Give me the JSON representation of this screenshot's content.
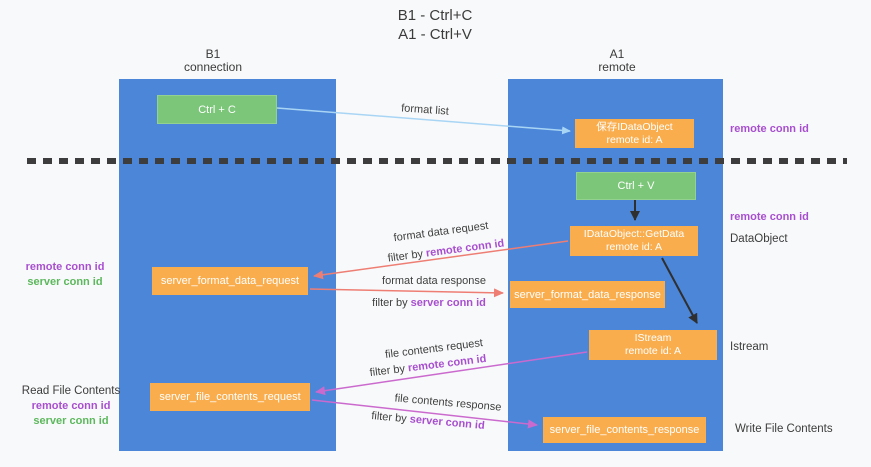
{
  "title": {
    "line1": "B1 - Ctrl+C",
    "line2": "A1 - Ctrl+V"
  },
  "columns": {
    "left": {
      "name": "B1",
      "role": "connection"
    },
    "right": {
      "name": "A1",
      "role": "remote"
    }
  },
  "nodes": {
    "ctrl_c": {
      "label": "Ctrl + C"
    },
    "ctrl_v": {
      "label": "Ctrl + V"
    },
    "saved_dataobject": {
      "line1": "保存IDataObject",
      "line2": "remote id: A"
    },
    "idataobject_getdata": {
      "line1": "IDataObject::GetData",
      "line2": "remote id: A"
    },
    "istream": {
      "line1": "IStream",
      "line2": "remote id: A"
    },
    "server_format_data_request": {
      "label": "server_format_data_request"
    },
    "server_format_data_response": {
      "label": "server_format_data_response"
    },
    "server_file_contents_request": {
      "label": "server_file_contents_request"
    },
    "server_file_contents_response": {
      "label": "server_file_contents_response"
    }
  },
  "flows": {
    "format_list": {
      "label": "format list"
    },
    "format_data_request": {
      "label": "format data request",
      "filter_prefix": "filter by",
      "filter_id": "remote conn id"
    },
    "format_data_response": {
      "label": "format data response",
      "filter_prefix": "filter by",
      "filter_id": "server conn id"
    },
    "file_contents_request": {
      "label": "file contents request",
      "filter_prefix": "filter by",
      "filter_id": "remote conn id"
    },
    "file_contents_response": {
      "label": "file contents response",
      "filter_prefix": "filter by",
      "filter_id": "server conn id"
    }
  },
  "side_labels": {
    "right_remote_conn_id_top": "remote conn id",
    "right_remote_conn_id_mid": "remote conn id",
    "right_dataobject": "DataObject",
    "right_istream": "Istream",
    "right_write_file_contents": "Write File Contents",
    "left_top": {
      "remote": "remote conn id",
      "server": "server conn id"
    },
    "left_bottom": {
      "title": "Read File Contents",
      "remote": "remote conn id",
      "server": "server conn id"
    }
  },
  "colors": {
    "column_blue": "#4b86d9",
    "node_orange": "#f9ad4d",
    "node_green": "#7cc679",
    "arrow_blue": "#a9d5f5",
    "arrow_black": "#2f2f2f",
    "arrow_salmon": "#ee7e74",
    "arrow_magenta": "#cb6ace",
    "label_purple": "#a84fd0",
    "label_green": "#5cb85c"
  }
}
